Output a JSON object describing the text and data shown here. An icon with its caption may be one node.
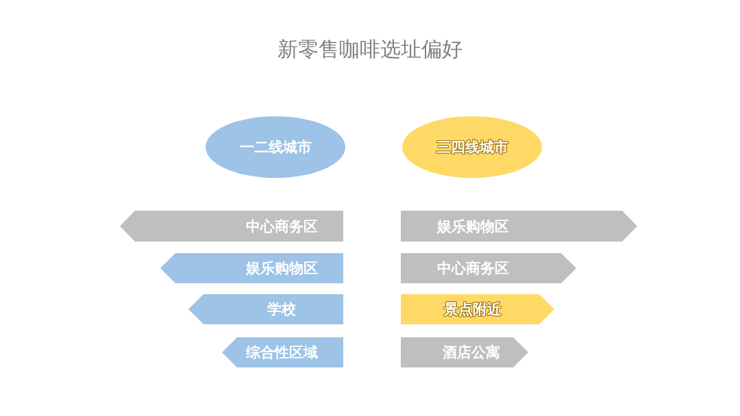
{
  "diagram": {
    "title": "新零售咖啡选址偏好",
    "nodes": [
      {
        "text": [
          "一二线城市"
        ]
      },
      {
        "text": [
          "三四线城市"
        ]
      },
      {
        "text": [
          "中心商务区"
        ]
      },
      {
        "text": [
          "娱乐购物区"
        ]
      },
      {
        "text": [
          "娱乐购物区"
        ]
      },
      {
        "text": [
          "中心商务区"
        ]
      },
      {
        "text": [
          "学校"
        ]
      },
      {
        "text": [
          "景点附近"
        ]
      },
      {
        "text": [
          "综合性区域"
        ]
      },
      {
        "text": [
          "酒店公寓"
        ]
      }
    ],
    "edges": []
  }
}
